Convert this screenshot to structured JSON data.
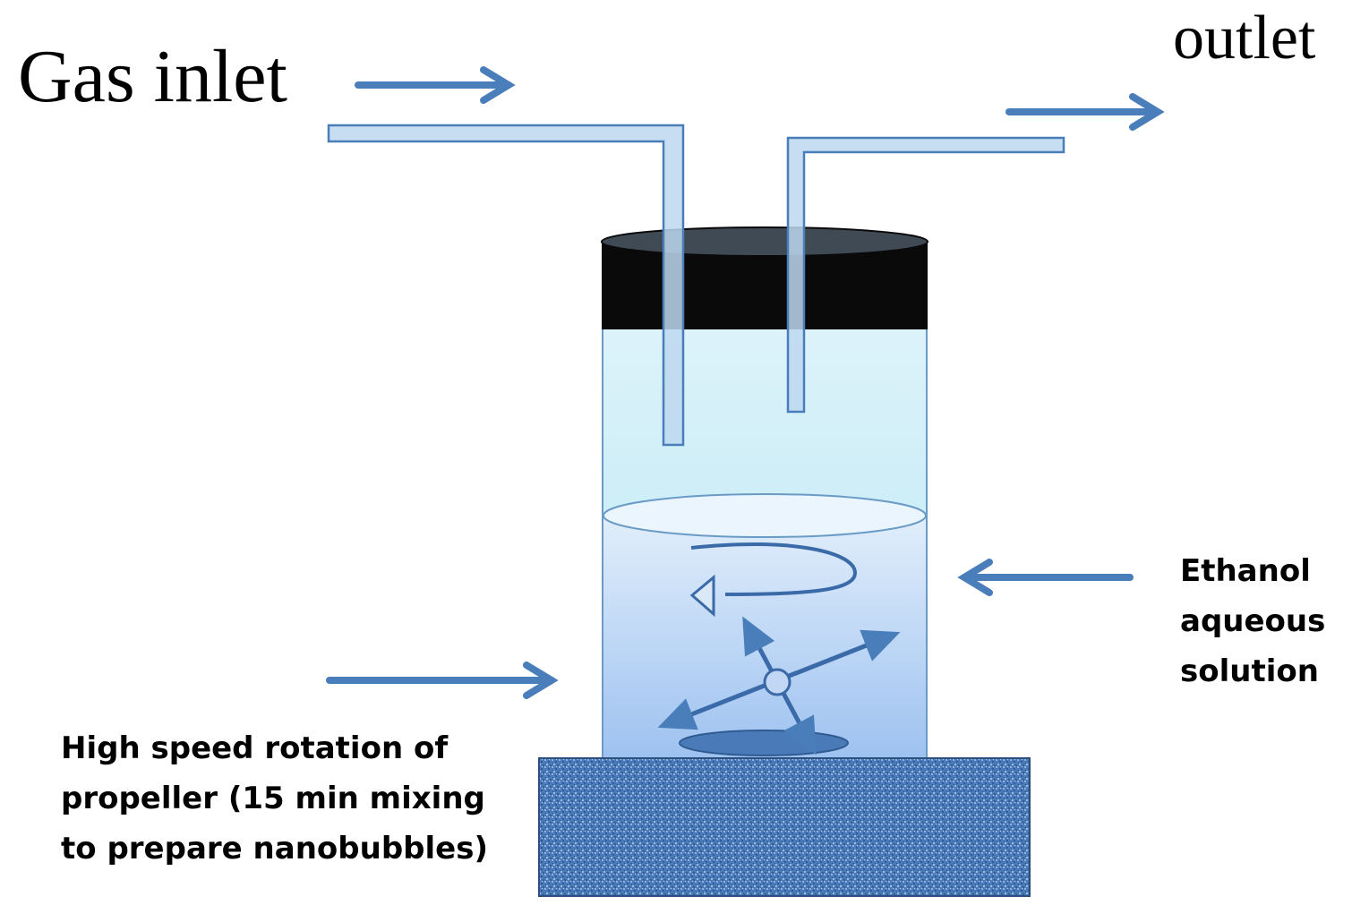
{
  "labels": {
    "gas_inlet": "Gas inlet",
    "outlet": "outlet",
    "ethanol_lines": [
      "Ethanol",
      "aqueous",
      "solution"
    ],
    "propeller_lines": [
      "High speed rotation of",
      "propeller (15 min mixing",
      "to prepare nanobubbles)"
    ]
  },
  "colors": {
    "arrow": "#4a7ebb",
    "tube_fill": "#bdd7ee",
    "tube_stroke": "#4a7ebb",
    "cap": "#0a0a0a",
    "cap_top": "#3f4a55",
    "container_top": "#ddf3fa",
    "container_bottom": "#b9e6f5",
    "liquid_top": "#e1eefb",
    "liquid_bottom": "#9ec2f0",
    "stir_base": "#4a7bb8",
    "text": "#000000"
  },
  "icons": {
    "flow_arrows": "right-arrow-icon",
    "pointer_arrows": "pointer-arrow-icon",
    "rotation": "rotation-arrow-icon",
    "propeller": "propeller-icon"
  }
}
